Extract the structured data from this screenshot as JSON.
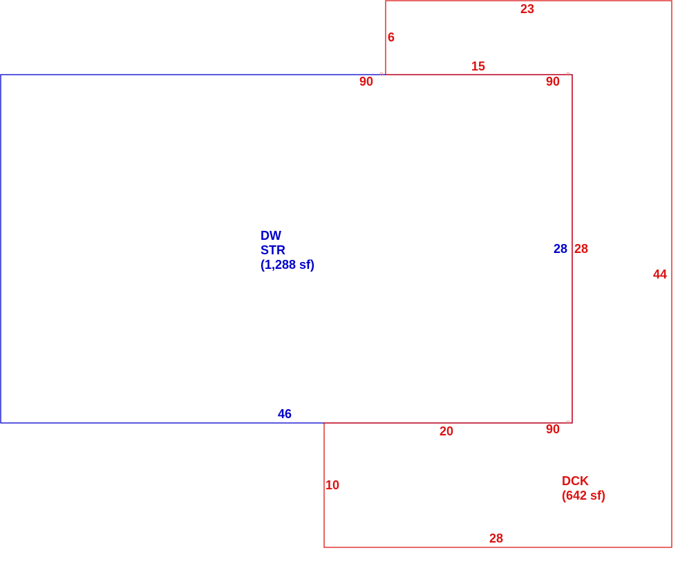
{
  "colors": {
    "structure": "#0000cc",
    "deck": "#dd1111"
  },
  "structure": {
    "name": "DW",
    "type": "STR",
    "area": "(1,288 sf)",
    "dimensions": {
      "bottom": "46",
      "right": "28"
    }
  },
  "deck": {
    "name": "DCK",
    "area": "(642 sf)",
    "dimensions": {
      "top": "23",
      "upper_left": "6",
      "upper_inner": "15",
      "right": "44",
      "inner_right": "28",
      "lower_inner": "20",
      "lower_left": "10",
      "bottom": "28"
    },
    "angles": {
      "upper_left_corner": "90",
      "upper_right_corner": "90",
      "lower_right_corner": "90"
    }
  }
}
